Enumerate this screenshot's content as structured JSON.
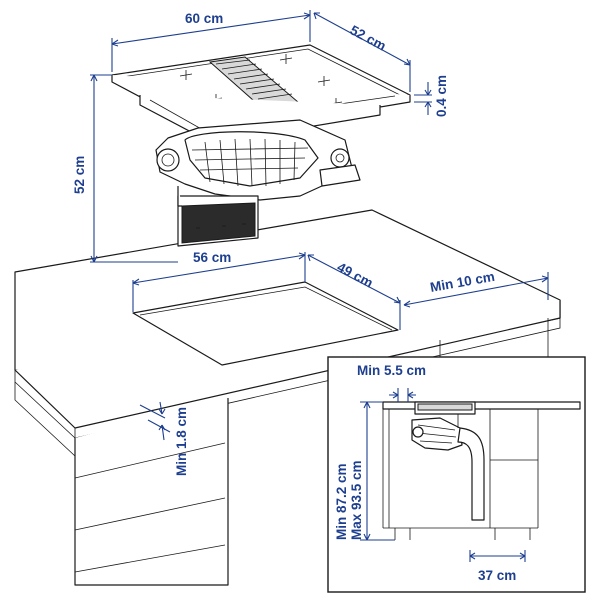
{
  "colors": {
    "dimension": "#1e3f8f",
    "outline": "#1a1a1a",
    "background": "#ffffff"
  },
  "hob": {
    "width": "60 cm",
    "depth": "52 cm",
    "top_thickness": "0.4 cm",
    "total_height": "52 cm"
  },
  "cutout": {
    "width": "56 cm",
    "depth": "49 cm",
    "min_back_distance": "Min 10 cm"
  },
  "worktop": {
    "min_thickness": "Min 1.8 cm"
  },
  "inset": {
    "min_gap": "Min 5.5 cm",
    "height_min": "Min 87.2 cm",
    "height_max": "Max 93.5 cm",
    "duct_width": "37 cm"
  }
}
